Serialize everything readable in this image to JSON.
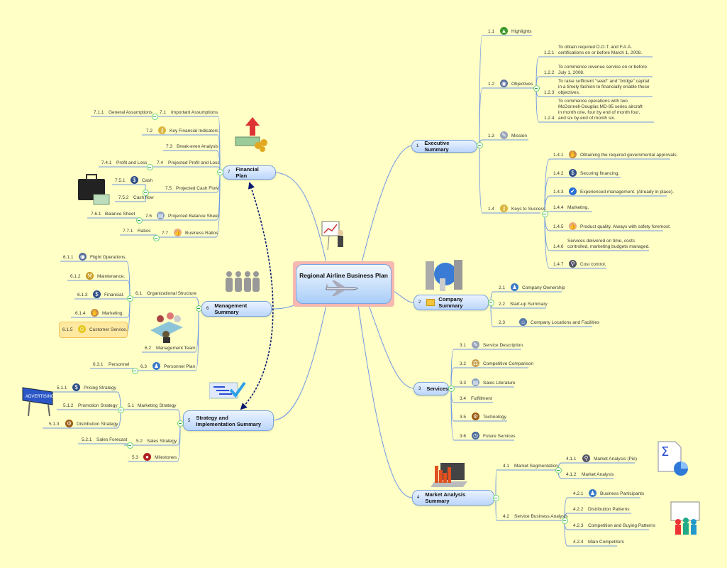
{
  "title": "Regional Airline Business Plan",
  "colors": {
    "background": "#ffffc6",
    "line": "#6f97e6",
    "arrow": "#0a1a70",
    "highlight": "#ffe9a0"
  },
  "branches": [
    {
      "num": "1",
      "label": "Executive Summary",
      "items": [
        {
          "num": "1.1",
          "label": "Highlights",
          "icon": "tree-icon"
        },
        {
          "num": "1.2",
          "label": "Objectives",
          "icon": "eye-icon",
          "children": [
            {
              "num": "1.2.1",
              "label": "To obtain required D.O.T. and F.A.A. certifications on or before March 1, 2008."
            },
            {
              "num": "1.2.2",
              "label": "To commence revenue service on or before July 1, 2008."
            },
            {
              "num": "1.2.3",
              "label": "To raise sufficient \"seed\" and \"bridge\" capital in a timely fashion to financially enable these objectives."
            },
            {
              "num": "1.2.4",
              "label": "To commence operations with two McDonnell-Douglas MD-95 series aircraft in month one, four by end of month four, and six by end of month six."
            }
          ]
        },
        {
          "num": "1.3",
          "label": "Mission",
          "icon": "pencil-icon"
        },
        {
          "num": "1.4",
          "label": "Keys to Success",
          "icon": "key-icon",
          "children": [
            {
              "num": "1.4.1",
              "label": "Obtaining the required governmental approvals.",
              "icon": "handshake-icon"
            },
            {
              "num": "1.4.2",
              "label": "Securing financing.",
              "icon": "dollar-coin-icon"
            },
            {
              "num": "1.4.3",
              "label": "Experienced management. (Already in place).",
              "icon": "checkmark-icon"
            },
            {
              "num": "1.4.4",
              "label": "Marketing."
            },
            {
              "num": "1.4.5",
              "label": "Product quality. Always with safety foremost.",
              "icon": "thumbs-up-icon"
            },
            {
              "num": "1.4.6",
              "label": "Services delivered on time, costs controlled, marketing budgets managed."
            },
            {
              "num": "1.4.7",
              "label": "Cost control.",
              "icon": "magnifier-icon"
            }
          ]
        }
      ]
    },
    {
      "num": "2",
      "label": "Company Summary",
      "items": [
        {
          "num": "2.1",
          "label": "Company Ownership",
          "icon": "people-icon"
        },
        {
          "num": "2.2",
          "label": "Start-up Summary"
        },
        {
          "num": "2.3",
          "label": "Company Locations and Facilities",
          "icon": "house-icon"
        }
      ]
    },
    {
      "num": "3",
      "label": "Services",
      "items": [
        {
          "num": "3.1",
          "label": "Service Description",
          "icon": "pencil-icon"
        },
        {
          "num": "3.2",
          "label": "Competitive Comparison",
          "icon": "scales-icon"
        },
        {
          "num": "3.3",
          "label": "Sales Literature",
          "icon": "book-icon"
        },
        {
          "num": "3.4",
          "label": "Fulfillment"
        },
        {
          "num": "3.5",
          "label": "Technology",
          "icon": "gear-icon"
        },
        {
          "num": "3.6",
          "label": "Future Services",
          "icon": "clock-icon"
        }
      ]
    },
    {
      "num": "4",
      "label": "Market Analysis Summary",
      "items": [
        {
          "num": "4.1",
          "label": "Market Segmentation",
          "children": [
            {
              "num": "4.1.1",
              "label": "Market Analysis (Pie)",
              "icon": "magnifier-icon"
            },
            {
              "num": "4.1.2",
              "label": "Market Analysis"
            }
          ]
        },
        {
          "num": "4.2",
          "label": "Service Business Analysis",
          "children": [
            {
              "num": "4.2.1",
              "label": "Business Participants",
              "icon": "people-icon"
            },
            {
              "num": "4.2.2",
              "label": "Distribution Patterns"
            },
            {
              "num": "4.2.3",
              "label": "Competition and Buying Patterns"
            },
            {
              "num": "4.2.4",
              "label": "Main Competitors"
            }
          ]
        }
      ]
    },
    {
      "num": "5",
      "label": "Strategy and Implementation Summary",
      "items": [
        {
          "num": "5.1",
          "label": "Marketing Strategy",
          "children": [
            {
              "num": "5.1.1",
              "label": "Pricing Strategy",
              "icon": "dollar-coin-icon"
            },
            {
              "num": "5.1.2",
              "label": "Promotion Strategy"
            },
            {
              "num": "5.1.3",
              "label": "Distribution Strategy",
              "icon": "gear-icon"
            }
          ]
        },
        {
          "num": "5.2",
          "label": "Sales Strategy",
          "children": [
            {
              "num": "5.2.1",
              "label": "Sales Forecast"
            }
          ]
        },
        {
          "num": "5.3",
          "label": "Milestones",
          "icon": "milestone-icon"
        }
      ]
    },
    {
      "num": "6",
      "label": "Management Summary",
      "items": [
        {
          "num": "6.1",
          "label": "Organizational Structure",
          "children": [
            {
              "num": "6.1.1",
              "label": "Flight Operations.",
              "icon": "eye-icon"
            },
            {
              "num": "6.1.2",
              "label": "Maintenance.",
              "icon": "hammer-icon"
            },
            {
              "num": "6.1.3",
              "label": "Financial.",
              "icon": "dollar-coin-icon"
            },
            {
              "num": "6.1.4",
              "label": "Marketing.",
              "icon": "handshake-icon"
            },
            {
              "num": "6.1.5",
              "label": "Customer Service.",
              "icon": "smiley-icon"
            }
          ]
        },
        {
          "num": "6.2",
          "label": "Management Team"
        },
        {
          "num": "6.3",
          "label": "Personnel Plan",
          "icon": "people-icon",
          "children": [
            {
              "num": "6.3.1",
              "label": "Personnel"
            }
          ]
        }
      ]
    },
    {
      "num": "7",
      "label": "Financial Plan",
      "items": [
        {
          "num": "7.1",
          "label": "Important Assumptions",
          "children": [
            {
              "num": "7.1.1",
              "label": "General Assumptions"
            }
          ]
        },
        {
          "num": "7.2",
          "label": "Key Financial Indicators",
          "icon": "key-icon"
        },
        {
          "num": "7.3",
          "label": "Break-even Analysis"
        },
        {
          "num": "7.4",
          "label": "Projected Profit and Loss",
          "children": [
            {
              "num": "7.4.1",
              "label": "Profit and Loss"
            }
          ]
        },
        {
          "num": "7.5",
          "label": "Projected Cash Flow",
          "children": [
            {
              "num": "7.5.1",
              "label": "Cash",
              "icon": "dollar-coin-icon"
            },
            {
              "num": "7.5.2",
              "label": "Cash flow"
            }
          ]
        },
        {
          "num": "7.6",
          "label": "Projected Balance Sheet",
          "icon": "book-icon",
          "children": [
            {
              "num": "7.6.1",
              "label": "Balance Sheet"
            }
          ]
        },
        {
          "num": "7.7",
          "label": "Business Ratios",
          "icon": "thumbs-up-icon",
          "children": [
            {
              "num": "7.7.1",
              "label": "Ratios"
            }
          ]
        }
      ]
    }
  ]
}
